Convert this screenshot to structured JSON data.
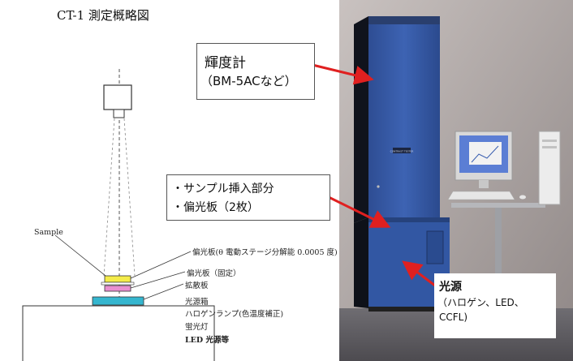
{
  "diagram": {
    "title": "CT-1 測定概略図",
    "sample_label": "Sample",
    "captions": [
      "偏光板(θ 電動ステージ分解能 0.0005 度)",
      "偏光板（固定）",
      "拡散板",
      "光源箱",
      "ハロゲンランプ(色温度補正)",
      "蛍光灯",
      "LED 光源等"
    ],
    "colors": {
      "polarizer_rotating": "#f4ec4a",
      "polarizer_fixed": "#e98fd0",
      "diffuser": "#35b6cf",
      "arrow": "#e02020"
    }
  },
  "callouts": {
    "luminance_meter": {
      "line1": "輝度計",
      "line2": "（BM-5ACなど）"
    },
    "sample_section": {
      "line1": "・サンプル挿入部分",
      "line2": "・偏光板（2枚）"
    },
    "light_source": {
      "line1": "光源",
      "line2": "（ハロゲン、LED、",
      "line3": "CCFL)"
    }
  },
  "photo": {
    "device_panel_label": "CONTRAST TESTER"
  }
}
